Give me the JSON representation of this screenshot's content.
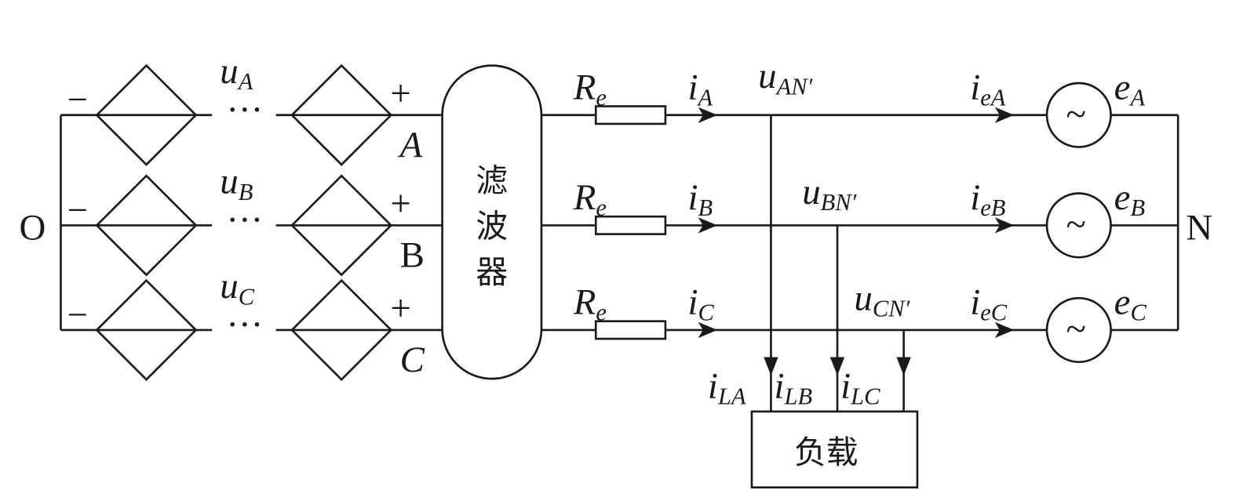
{
  "nodes": {
    "left": "O",
    "right": "N"
  },
  "phases": [
    {
      "source_label": "u",
      "source_sub": "A",
      "terminal": "A",
      "resistor": "R",
      "resistor_sub": "e",
      "current": "i",
      "current_sub": "A",
      "voltage": "u",
      "voltage_sub": "AN′",
      "grid_current": "i",
      "grid_current_sub": "eA",
      "emf": "e",
      "emf_sub": "A",
      "load_current": "i",
      "load_current_sub": "LA"
    },
    {
      "source_label": "u",
      "source_sub": "B",
      "terminal": "B",
      "resistor": "R",
      "resistor_sub": "e",
      "current": "i",
      "current_sub": "B",
      "voltage": "u",
      "voltage_sub": "BN′",
      "grid_current": "i",
      "grid_current_sub": "eB",
      "emf": "e",
      "emf_sub": "B",
      "load_current": "i",
      "load_current_sub": "LB"
    },
    {
      "source_label": "u",
      "source_sub": "C",
      "terminal": "C",
      "resistor": "R",
      "resistor_sub": "e",
      "current": "i",
      "current_sub": "C",
      "voltage": "u",
      "voltage_sub": "CN′",
      "grid_current": "i",
      "grid_current_sub": "eC",
      "emf": "e",
      "emf_sub": "C",
      "load_current": "i",
      "load_current_sub": "LC"
    }
  ],
  "symbols": {
    "minus": "−",
    "plus": "+",
    "dots": "···",
    "tilde": "~"
  },
  "filter": {
    "chars": [
      "滤",
      "波",
      "器"
    ]
  },
  "load": {
    "label": "负载"
  }
}
